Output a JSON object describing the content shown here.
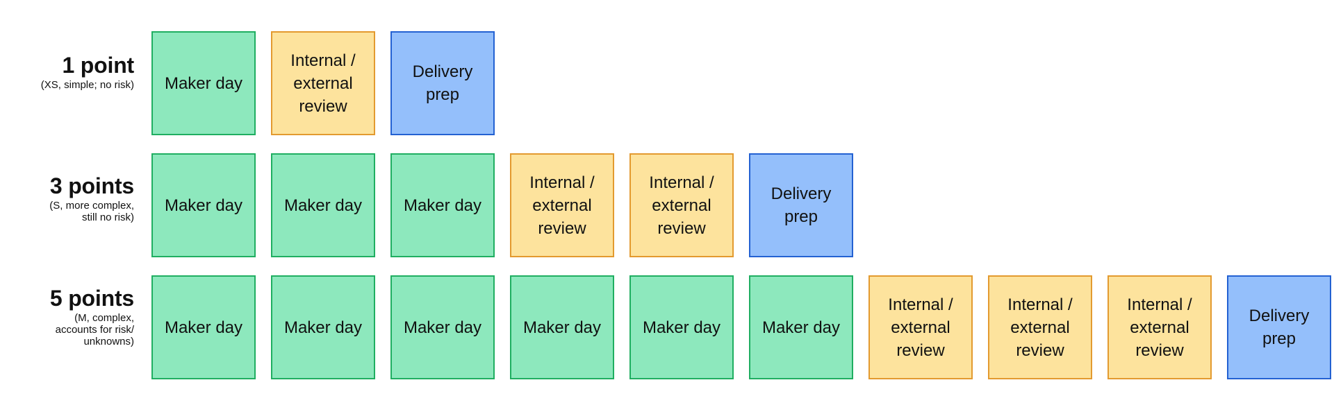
{
  "colors": {
    "maker_fill": "#8de8bd",
    "maker_border": "#1fae61",
    "review_fill": "#fde39d",
    "review_border": "#e39a2f",
    "delivery_fill": "#94bffb",
    "delivery_border": "#2361d2"
  },
  "rows": [
    {
      "title": "1 point",
      "subtitle_lines": [
        "(XS, simple; no risk)"
      ],
      "tiles": [
        {
          "kind": "maker",
          "lines": [
            "Maker day"
          ]
        },
        {
          "kind": "review",
          "lines": [
            "Internal /",
            "external",
            "review"
          ]
        },
        {
          "kind": "delivery",
          "lines": [
            "Delivery",
            "prep"
          ]
        }
      ]
    },
    {
      "title": "3 points",
      "subtitle_lines": [
        "(S, more complex,",
        "still no risk)"
      ],
      "tiles": [
        {
          "kind": "maker",
          "lines": [
            "Maker day"
          ]
        },
        {
          "kind": "maker",
          "lines": [
            "Maker day"
          ]
        },
        {
          "kind": "maker",
          "lines": [
            "Maker day"
          ]
        },
        {
          "kind": "review",
          "lines": [
            "Internal /",
            "external",
            "review"
          ]
        },
        {
          "kind": "review",
          "lines": [
            "Internal /",
            "external",
            "review"
          ]
        },
        {
          "kind": "delivery",
          "lines": [
            "Delivery",
            "prep"
          ]
        }
      ]
    },
    {
      "title": "5 points",
      "subtitle_lines": [
        "(M, complex,",
        "accounts for risk/",
        "unknowns)"
      ],
      "tiles": [
        {
          "kind": "maker",
          "lines": [
            "Maker day"
          ]
        },
        {
          "kind": "maker",
          "lines": [
            "Maker day"
          ]
        },
        {
          "kind": "maker",
          "lines": [
            "Maker day"
          ]
        },
        {
          "kind": "maker",
          "lines": [
            "Maker day"
          ]
        },
        {
          "kind": "maker",
          "lines": [
            "Maker day"
          ]
        },
        {
          "kind": "maker",
          "lines": [
            "Maker day"
          ]
        },
        {
          "kind": "review",
          "lines": [
            "Internal /",
            "external",
            "review"
          ]
        },
        {
          "kind": "review",
          "lines": [
            "Internal /",
            "external",
            "review"
          ]
        },
        {
          "kind": "review",
          "lines": [
            "Internal /",
            "external",
            "review"
          ]
        },
        {
          "kind": "delivery",
          "lines": [
            "Delivery",
            "prep"
          ]
        }
      ]
    }
  ]
}
